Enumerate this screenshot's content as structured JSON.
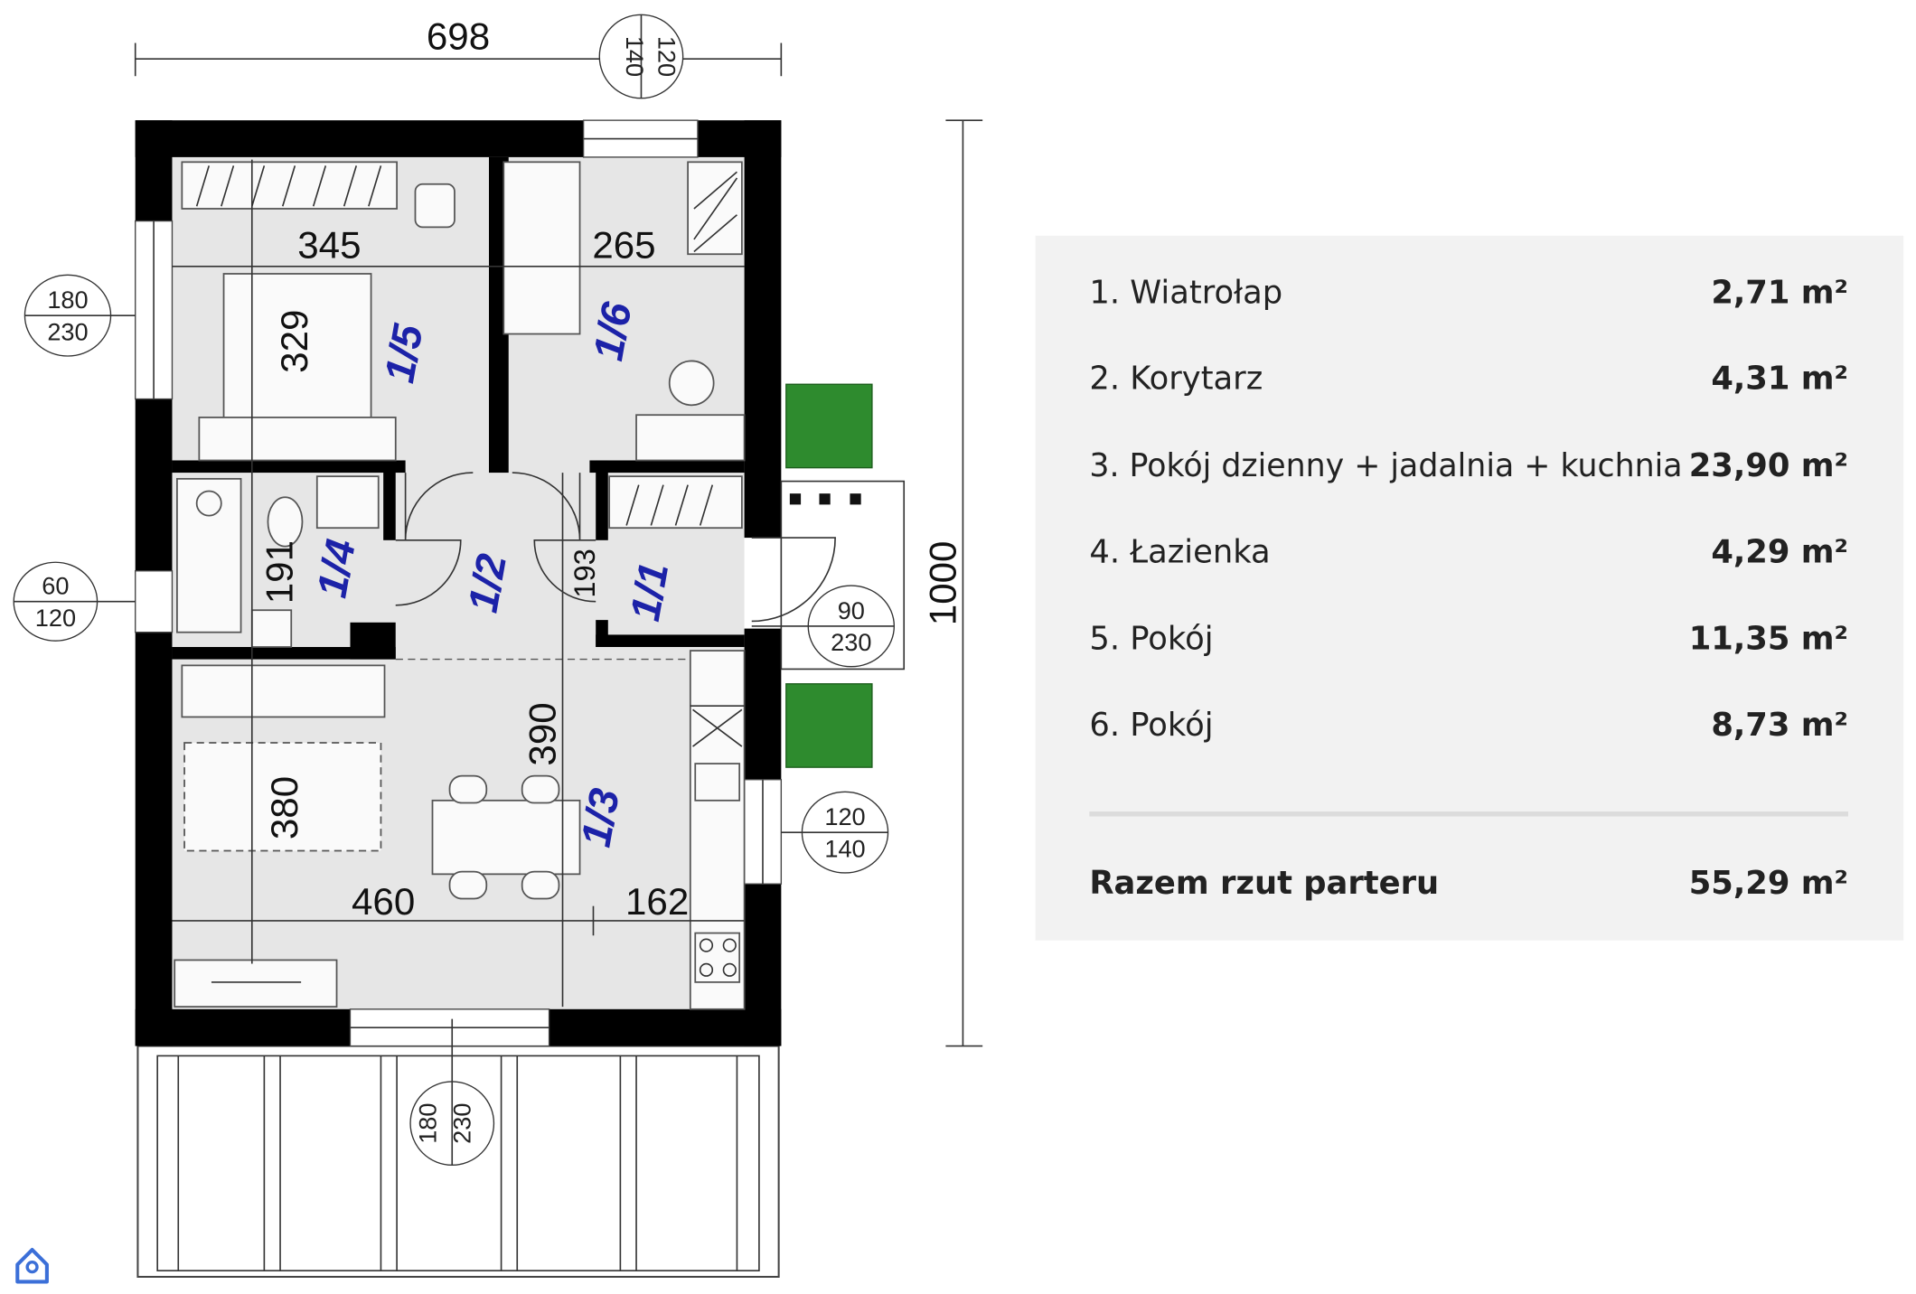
{
  "plan": {
    "dimensions": {
      "overall_width": "698",
      "overall_depth": "1000",
      "room5_width": "345",
      "room5_depth": "329",
      "room6_width": "265",
      "bath_depth": "191",
      "vestibule_depth": "193",
      "living_depth_a": "390",
      "living_depth_b": "380",
      "living_width": "460",
      "kitchen_width": "162"
    },
    "openings": [
      {
        "top": "120",
        "bottom": "140"
      },
      {
        "top": "180",
        "bottom": "230"
      },
      {
        "top": "60",
        "bottom": "120"
      },
      {
        "top": "90",
        "bottom": "230"
      },
      {
        "top": "120",
        "bottom": "140"
      },
      {
        "top": "180",
        "bottom": "230"
      }
    ],
    "rooms": {
      "r1": "1/1",
      "r2": "1/2",
      "r3": "1/3",
      "r4": "1/4",
      "r5": "1/5",
      "r6": "1/6"
    }
  },
  "areas": {
    "items": [
      {
        "label": "1. Wiatrołap",
        "value": "2,71 m²"
      },
      {
        "label": "2. Korytarz",
        "value": "4,31 m²"
      },
      {
        "label": "3. Pokój dzienny + jadalnia + kuchnia",
        "value": "23,90 m²"
      },
      {
        "label": "4. Łazienka",
        "value": "4,29 m²"
      },
      {
        "label": "5. Pokój",
        "value": "11,35 m²"
      },
      {
        "label": "6. Pokój",
        "value": "8,73 m²"
      }
    ],
    "total_label": "Razem rzut parteru",
    "total_value": "55,29 m²"
  },
  "colors": {
    "room_label": "#1c22a8",
    "panel_bg": "#f2f2f2",
    "plant": "#2e8b2e",
    "logo": "#3b6fd8"
  }
}
